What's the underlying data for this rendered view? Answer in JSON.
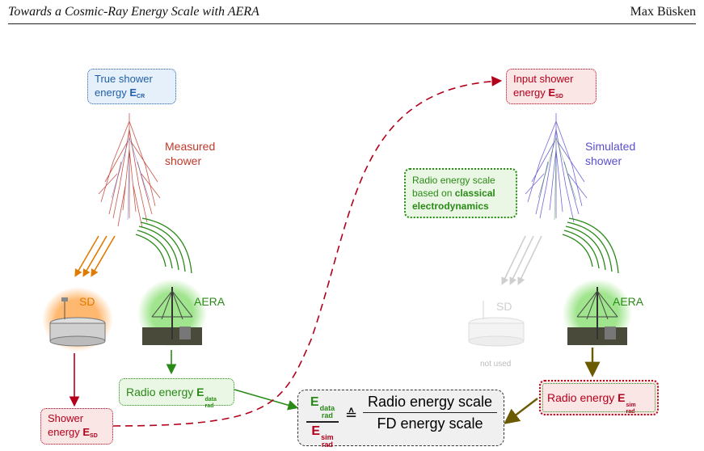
{
  "header": {
    "title": "Towards a Cosmic-Ray Energy Scale with AERA",
    "author": "Max Büsken"
  },
  "left": {
    "true_energy": {
      "line1": "True shower",
      "line2": "energy ",
      "symbol": "E",
      "sub": "CR"
    },
    "shower_label": {
      "line1": "Measured",
      "line2": "shower"
    },
    "sd_label": "SD",
    "aera_label": "AERA",
    "radio_energy": {
      "text": "Radio energy ",
      "symbol": "E",
      "sup": "data",
      "sub": "rad"
    },
    "shower_energy": {
      "line1": "Shower",
      "line2": "energy ",
      "symbol": "E",
      "sub": "SD"
    }
  },
  "right": {
    "input_energy": {
      "line1": "Input shower",
      "line2": "energy ",
      "symbol": "E",
      "sub": "SD"
    },
    "shower_label": {
      "line1": "Simulated",
      "line2": "shower"
    },
    "scale_note": {
      "line1": "Radio energy scale",
      "line2": "based on ",
      "bold1": "classical",
      "bold2": "electrodynamics"
    },
    "sd_label": "SD",
    "not_used": "not used",
    "aera_label": "AERA",
    "radio_energy": {
      "text": "Radio energy ",
      "symbol": "E",
      "sup": "sim",
      "sub": "rad"
    }
  },
  "formula": {
    "num_symbol": "E",
    "num_sup": "data",
    "num_sub": "rad",
    "den_symbol": "E",
    "den_sup": "sim",
    "den_sub": "rad",
    "relation": "≙",
    "numerator": "Radio energy scale",
    "denominator": "FD energy scale"
  },
  "colors": {
    "blue": "#1f5fa8",
    "red": "#b3001b",
    "green": "#2a8a17",
    "orange": "#e07b00",
    "purple": "#5a4fcf",
    "grey": "#c8c8c8"
  }
}
